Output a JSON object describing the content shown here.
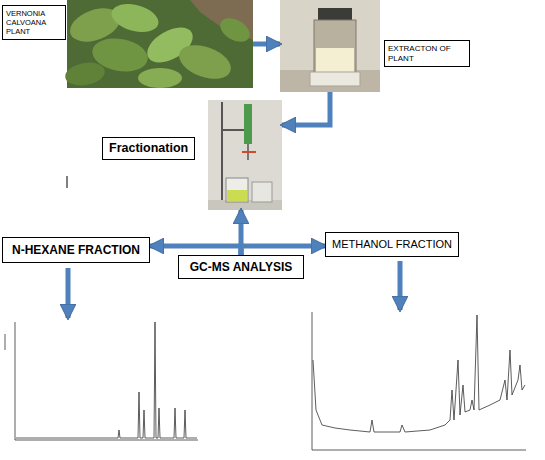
{
  "diagram": {
    "nodes": [
      {
        "text": [
          "VERNONIA CALVOANA PLANT"
        ]
      },
      {
        "text": [
          "EXTRACTON OF PLANT"
        ]
      },
      {
        "text": [
          "Fractionation"
        ]
      },
      {
        "text": [
          "N-HEXANE FRACTION"
        ]
      },
      {
        "text": [
          "GC-MS ANALYSIS"
        ]
      },
      {
        "text": [
          "METHANOL FRACTION"
        ]
      }
    ],
    "edges": [
      {
        "from": 0,
        "to": 1,
        "arrow": "to"
      },
      {
        "from": 1,
        "to": 2,
        "arrow": "to"
      },
      {
        "from": 4,
        "to": 2,
        "arrow": "to"
      },
      {
        "from": 4,
        "to": 3,
        "arrow": "to"
      },
      {
        "from": 4,
        "to": 5,
        "arrow": "to"
      }
    ]
  }
}
